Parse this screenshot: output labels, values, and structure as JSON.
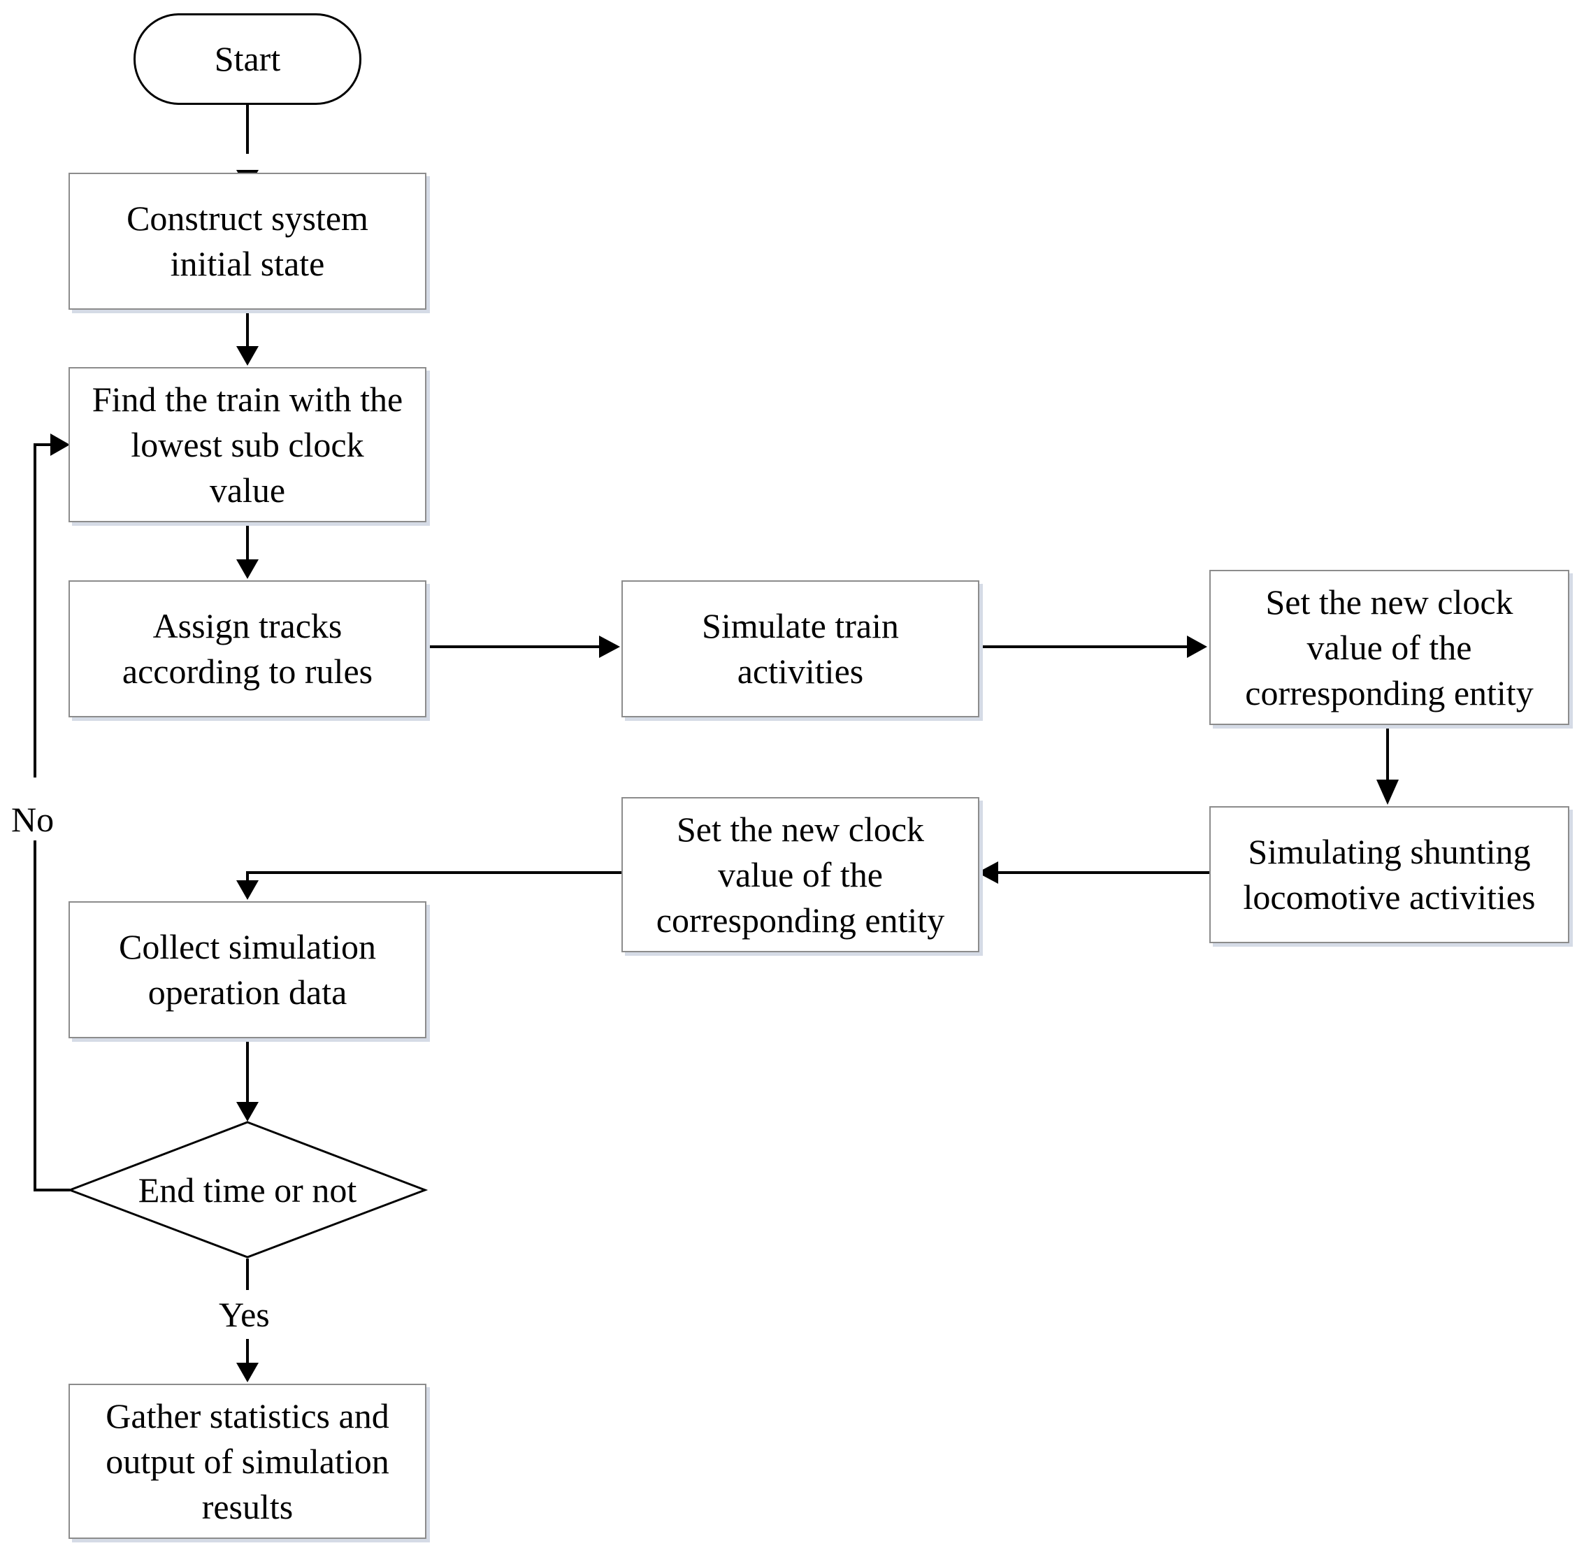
{
  "nodes": {
    "start": "Start",
    "construct": "Construct system\ninitial state",
    "find": "Find the train with the\nlowest sub clock\nvalue",
    "assign": "Assign tracks\naccording to rules",
    "simulate_train": "Simulate train\nactivities",
    "set_clock_1": "Set the new clock\nvalue of the\ncorresponding entity",
    "simulate_shunting": "Simulating shunting\nlocomotive activities",
    "set_clock_2": "Set the new clock\nvalue of the\ncorresponding entity",
    "collect": "Collect simulation\noperation data",
    "decision": "End time or not",
    "gather": "Gather statistics and\noutput of simulation\nresults"
  },
  "edge_labels": {
    "no": "No",
    "yes": "Yes"
  },
  "colors": {
    "line": "#000000",
    "box_border": "#8c8c8c",
    "box_shadow": "#d5dbe6"
  }
}
